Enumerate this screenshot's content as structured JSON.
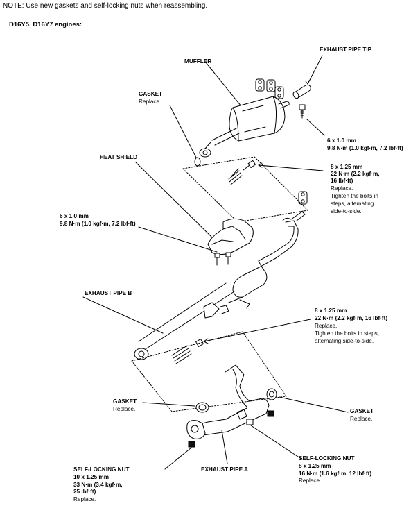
{
  "note": "NOTE:  Use new gaskets and self-locking nuts when reassembling.",
  "engines": "D16Y5, D16Y7 engines:",
  "labels": {
    "exhaust_pipe_tip": "EXHAUST PIPE TIP",
    "muffler": "MUFFLER",
    "gasket_top": {
      "title": "GASKET",
      "sub": "Replace."
    },
    "bolt_6x1": {
      "size": "6 x 1.0 mm",
      "torque": "9.8 N·m (1.0 kgf·m, 7.2 lbf·ft)"
    },
    "heat_shield": "HEAT SHIELD",
    "bolt_8x125_top": {
      "size": "8 x 1.25 mm",
      "torque1": "22 N·m (2.2 kgf·m,",
      "torque2": "16 lbf·ft)",
      "replace": "Replace.",
      "note1": "Tighten the bolts in",
      "note2": "steps, alternating",
      "note3": "side-to-side."
    },
    "heat_shield_bolt": {
      "size": "6 x 1.0 mm",
      "torque": "9.8 N·m (1.0 kgf·m, 7.2 lbf·ft)"
    },
    "exhaust_pipe_b": "EXHAUST PIPE B",
    "bolt_8x125_mid": {
      "size": "8 x 1.25 mm",
      "torque": "22 N·m (2.2 kgf·m, 16 lbf·ft)",
      "replace": "Replace.",
      "note1": "Tighten the bolts in steps,",
      "note2": "alternating side-to-side."
    },
    "gasket_left": {
      "title": "GASKET",
      "sub": "Replace."
    },
    "gasket_right": {
      "title": "GASKET",
      "sub": "Replace."
    },
    "self_locking_nut_left": {
      "title": "SELF-LOCKING NUT",
      "size": "10 x 1.25 mm",
      "torque1": "33 N·m (3.4 kgf·m,",
      "torque2": "25 lbf·ft)",
      "replace": "Replace."
    },
    "exhaust_pipe_a": "EXHAUST PIPE A",
    "self_locking_nut_right": {
      "title": "SELF-LOCKING NUT",
      "size": "8 x 1.25 mm",
      "torque": "16 N·m (1.6 kgf·m, 12 lbf·ft)",
      "replace": "Replace."
    }
  }
}
